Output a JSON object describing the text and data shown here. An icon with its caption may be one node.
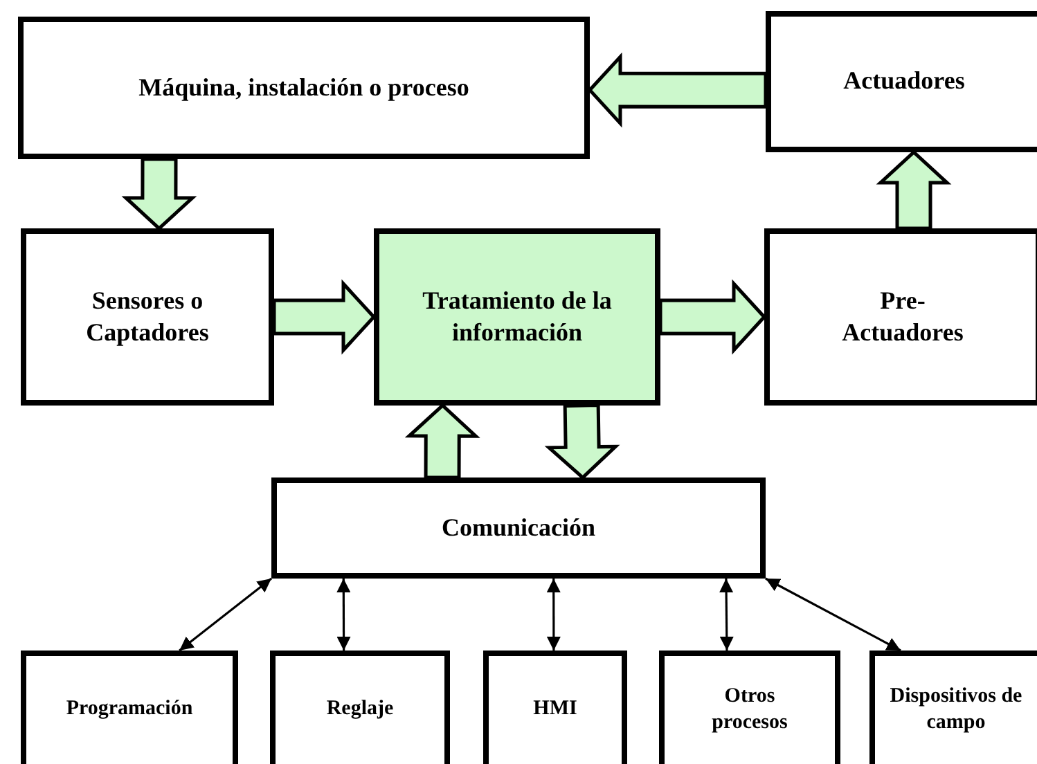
{
  "diagram": {
    "nodes": [
      {
        "text": [
          "Máquina, instalación o proceso"
        ]
      },
      {
        "text": [
          "Actuadores"
        ]
      },
      {
        "text": [
          "Sensores o Captadores"
        ]
      },
      {
        "text": [
          "Tratamiento de la información"
        ]
      },
      {
        "text": [
          "Pre- Actuadores"
        ]
      },
      {
        "text": [
          "Comunicación"
        ]
      },
      {
        "text": [
          "Programación"
        ]
      },
      {
        "text": [
          "Reglaje"
        ]
      },
      {
        "text": [
          "HMI"
        ]
      },
      {
        "text": [
          "Otros procesos"
        ]
      },
      {
        "text": [
          "Dispositivos de campo"
        ]
      }
    ],
    "edges": [
      {
        "from": 1,
        "to": 0,
        "arrow": "to",
        "style": "thick"
      },
      {
        "from": 0,
        "to": 2,
        "arrow": "to",
        "style": "thick"
      },
      {
        "from": 2,
        "to": 3,
        "arrow": "to",
        "style": "thick"
      },
      {
        "from": 3,
        "to": 4,
        "arrow": "to",
        "style": "thick"
      },
      {
        "from": 4,
        "to": 1,
        "arrow": "to",
        "style": "thick"
      },
      {
        "from": 5,
        "to": 3,
        "arrow": "to",
        "style": "thick"
      },
      {
        "from": 3,
        "to": 5,
        "arrow": "to",
        "style": "thick"
      },
      {
        "from": 5,
        "to": 6,
        "arrow": "both"
      },
      {
        "from": 5,
        "to": 7,
        "arrow": "both"
      },
      {
        "from": 5,
        "to": 8,
        "arrow": "both"
      },
      {
        "from": 5,
        "to": 9,
        "arrow": "both"
      },
      {
        "from": 5,
        "to": 10,
        "arrow": "both"
      }
    ]
  }
}
